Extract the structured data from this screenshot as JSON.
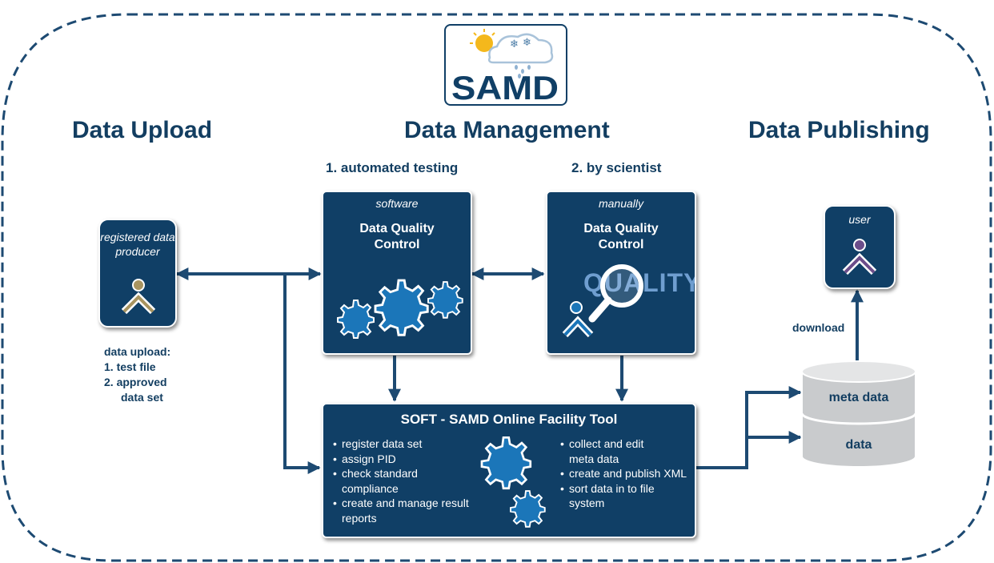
{
  "logo": {
    "text": "SAMD"
  },
  "headings": {
    "upload": "Data Upload",
    "management": "Data Management",
    "publishing": "Data Publishing"
  },
  "steps": {
    "automated": "1. automated testing",
    "scientist": "2. by scientist"
  },
  "producer": {
    "label": "registered data producer"
  },
  "upload_notes": {
    "title": "data upload:",
    "items": [
      "1.  test file",
      "2.  approved",
      "data set"
    ]
  },
  "dqc_software": {
    "mode": "software",
    "title_line1": "Data Quality",
    "title_line2": "Control"
  },
  "dqc_manual": {
    "mode": "manually",
    "title_line1": "Data Quality",
    "title_line2": "Control",
    "quality_word": "QUALITY"
  },
  "soft": {
    "title": "SOFT - SAMD Online Facility Tool",
    "left_items": [
      "register data set",
      "assign PID",
      "check standard compliance",
      "create and manage result reports"
    ],
    "right_items": [
      "collect and edit meta data",
      "create and publish XML",
      "sort data in to file system"
    ]
  },
  "user": {
    "label": "user"
  },
  "download": {
    "label": "download"
  },
  "database": {
    "meta_label": "meta data",
    "data_label": "data"
  },
  "colors": {
    "navy": "#103f66",
    "arrow": "#1d4a72",
    "gear": "#1b76b9",
    "producer_head": "#a89460",
    "user_head": "#6b4d8a"
  }
}
